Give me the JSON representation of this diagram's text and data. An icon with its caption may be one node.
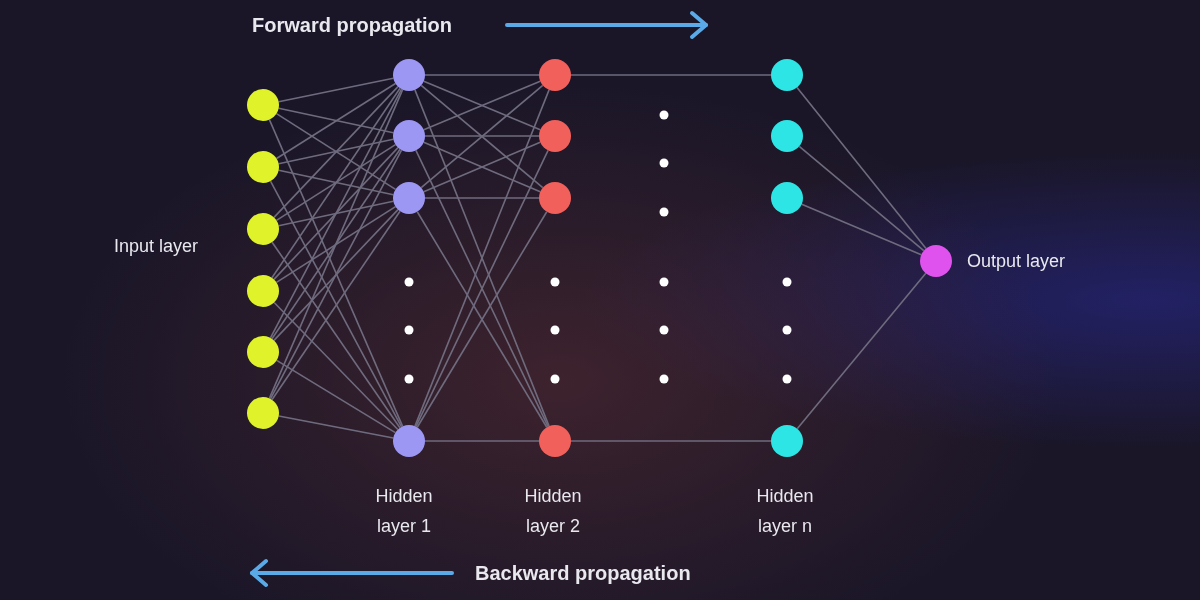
{
  "diagram": {
    "nodes": [
      {
        "text": [],
        "shape": "circle"
      },
      {
        "text": [],
        "shape": "circle"
      },
      {
        "text": [],
        "shape": "circle"
      },
      {
        "text": [],
        "shape": "circle"
      },
      {
        "text": [],
        "shape": "circle"
      },
      {
        "text": [],
        "shape": "circle"
      },
      {
        "text": [],
        "shape": "circle"
      },
      {
        "text": [],
        "shape": "circle"
      },
      {
        "text": [],
        "shape": "circle"
      },
      {
        "text": [],
        "shape": "circle"
      },
      {
        "text": [],
        "shape": "circle"
      },
      {
        "text": [],
        "shape": "circle"
      },
      {
        "text": [],
        "shape": "circle"
      },
      {
        "text": [],
        "shape": "circle"
      },
      {
        "text": [],
        "shape": "circle"
      },
      {
        "text": [],
        "shape": "circle"
      },
      {
        "text": [],
        "shape": "circle"
      },
      {
        "text": [],
        "shape": "circle"
      },
      {
        "text": [],
        "shape": "circle"
      }
    ],
    "edges": [
      {
        "from": 0,
        "to": 6,
        "arrow": "none"
      },
      {
        "from": 0,
        "to": 7,
        "arrow": "none"
      },
      {
        "from": 0,
        "to": 8,
        "arrow": "none"
      },
      {
        "from": 0,
        "to": 9,
        "arrow": "none"
      },
      {
        "from": 1,
        "to": 6,
        "arrow": "none"
      },
      {
        "from": 1,
        "to": 7,
        "arrow": "none"
      },
      {
        "from": 1,
        "to": 8,
        "arrow": "none"
      },
      {
        "from": 1,
        "to": 9,
        "arrow": "none"
      },
      {
        "from": 2,
        "to": 6,
        "arrow": "none"
      },
      {
        "from": 2,
        "to": 7,
        "arrow": "none"
      },
      {
        "from": 2,
        "to": 8,
        "arrow": "none"
      },
      {
        "from": 2,
        "to": 9,
        "arrow": "none"
      },
      {
        "from": 3,
        "to": 6,
        "arrow": "none"
      },
      {
        "from": 3,
        "to": 7,
        "arrow": "none"
      },
      {
        "from": 3,
        "to": 8,
        "arrow": "none"
      },
      {
        "from": 3,
        "to": 9,
        "arrow": "none"
      },
      {
        "from": 4,
        "to": 6,
        "arrow": "none"
      },
      {
        "from": 4,
        "to": 7,
        "arrow": "none"
      },
      {
        "from": 4,
        "to": 8,
        "arrow": "none"
      },
      {
        "from": 4,
        "to": 9,
        "arrow": "none"
      },
      {
        "from": 5,
        "to": 6,
        "arrow": "none"
      },
      {
        "from": 5,
        "to": 7,
        "arrow": "none"
      },
      {
        "from": 5,
        "to": 8,
        "arrow": "none"
      },
      {
        "from": 5,
        "to": 9,
        "arrow": "none"
      },
      {
        "from": 6,
        "to": 10,
        "arrow": "none"
      },
      {
        "from": 6,
        "to": 11,
        "arrow": "none"
      },
      {
        "from": 6,
        "to": 12,
        "arrow": "none"
      },
      {
        "from": 6,
        "to": 13,
        "arrow": "none"
      },
      {
        "from": 7,
        "to": 10,
        "arrow": "none"
      },
      {
        "from": 7,
        "to": 11,
        "arrow": "none"
      },
      {
        "from": 7,
        "to": 12,
        "arrow": "none"
      },
      {
        "from": 7,
        "to": 13,
        "arrow": "none"
      },
      {
        "from": 8,
        "to": 10,
        "arrow": "none"
      },
      {
        "from": 8,
        "to": 11,
        "arrow": "none"
      },
      {
        "from": 8,
        "to": 12,
        "arrow": "none"
      },
      {
        "from": 8,
        "to": 13,
        "arrow": "none"
      },
      {
        "from": 9,
        "to": 10,
        "arrow": "none"
      },
      {
        "from": 9,
        "to": 11,
        "arrow": "none"
      },
      {
        "from": 9,
        "to": 12,
        "arrow": "none"
      },
      {
        "from": 9,
        "to": 13,
        "arrow": "none"
      },
      {
        "from": 10,
        "to": 14,
        "arrow": "none"
      },
      {
        "from": 13,
        "to": 17,
        "arrow": "none"
      },
      {
        "from": 14,
        "to": 18,
        "arrow": "none"
      },
      {
        "from": 15,
        "to": 18,
        "arrow": "none"
      },
      {
        "from": 16,
        "to": 18,
        "arrow": "none"
      },
      {
        "from": 17,
        "to": 18,
        "arrow": "none"
      }
    ],
    "labels": [
      "Forward propagation",
      "Input layer",
      "Output layer",
      "Hidden layer 1",
      "Hidden layer 2",
      "Hidden layer n",
      "Backward propagation"
    ]
  }
}
